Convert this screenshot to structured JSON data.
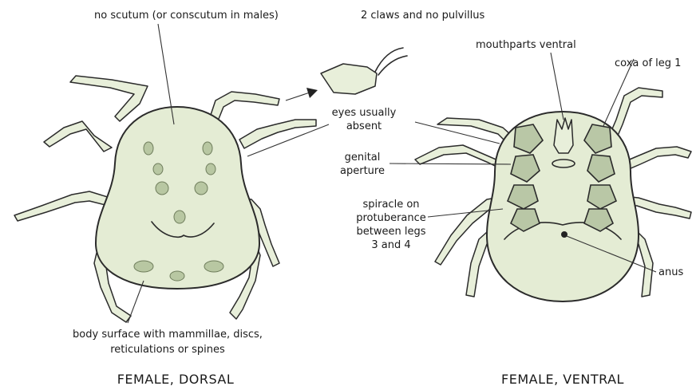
{
  "labels": {
    "no_scutum": "no scutum (or conscutum in males)",
    "two_claws": "2 claws and no pulvillus",
    "mouthparts_ventral": "mouthparts ventral",
    "coxa_leg1": "coxa of leg 1",
    "eyes_line1": "eyes usually",
    "eyes_line2": "absent",
    "genital_line1": "genital",
    "genital_line2": "aperture",
    "spiracle_line1": "spiracle on",
    "spiracle_line2": "protuberance",
    "spiracle_line3": "between legs",
    "spiracle_line4": "3 and 4",
    "anus": "anus",
    "body_surface_line1": "body surface with mammillae, discs,",
    "body_surface_line2": "reticulations or spines"
  },
  "captions": {
    "dorsal": "FEMALE, DORSAL",
    "ventral": "FEMALE, VENTRAL"
  },
  "colors": {
    "body": "#e4ecd4",
    "coxa": "#b9c7a6",
    "ink": "#2b2b2b"
  }
}
